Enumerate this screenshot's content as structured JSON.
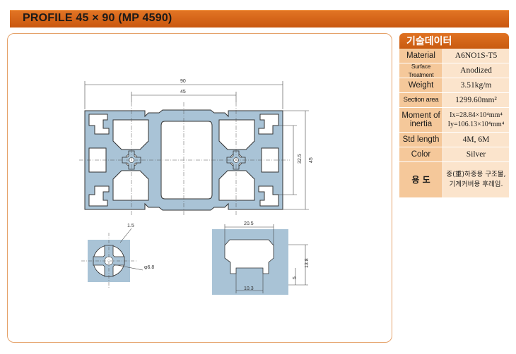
{
  "title": "PROFILE 45 × 90 (MP 4590)",
  "spec": {
    "header": "기술데이터",
    "rows": [
      {
        "label": "Material",
        "value": "A6NO1S-T5"
      },
      {
        "label": "Surface Treatment",
        "value": "Anodized"
      },
      {
        "label": "Weight",
        "value": "3.51kg/m"
      },
      {
        "label": "Section area",
        "value": "1299.60mm²"
      },
      {
        "label": "Moment of inertia",
        "value_line1": "Ix=28.84×10⁴mm⁴",
        "value_line2": "Iy=106.13×10⁴mm⁴"
      },
      {
        "label": "Std length",
        "value": "4M, 6M"
      },
      {
        "label": "Color",
        "value": "Silver"
      },
      {
        "label": "용 도",
        "value_line1": "중(重)하중용 구조물,",
        "value_line2": "기계커버용 후레임."
      }
    ]
  },
  "dimensions": {
    "width_total": "90",
    "width_half": "45",
    "height_inner": "32.5",
    "height_total": "45",
    "slot_open": "1.5",
    "core_dia": "φ6.8",
    "slot_width": "20.5",
    "slot_depth": "13.8",
    "slot_lip": "5",
    "slot_opening": "10.3"
  }
}
